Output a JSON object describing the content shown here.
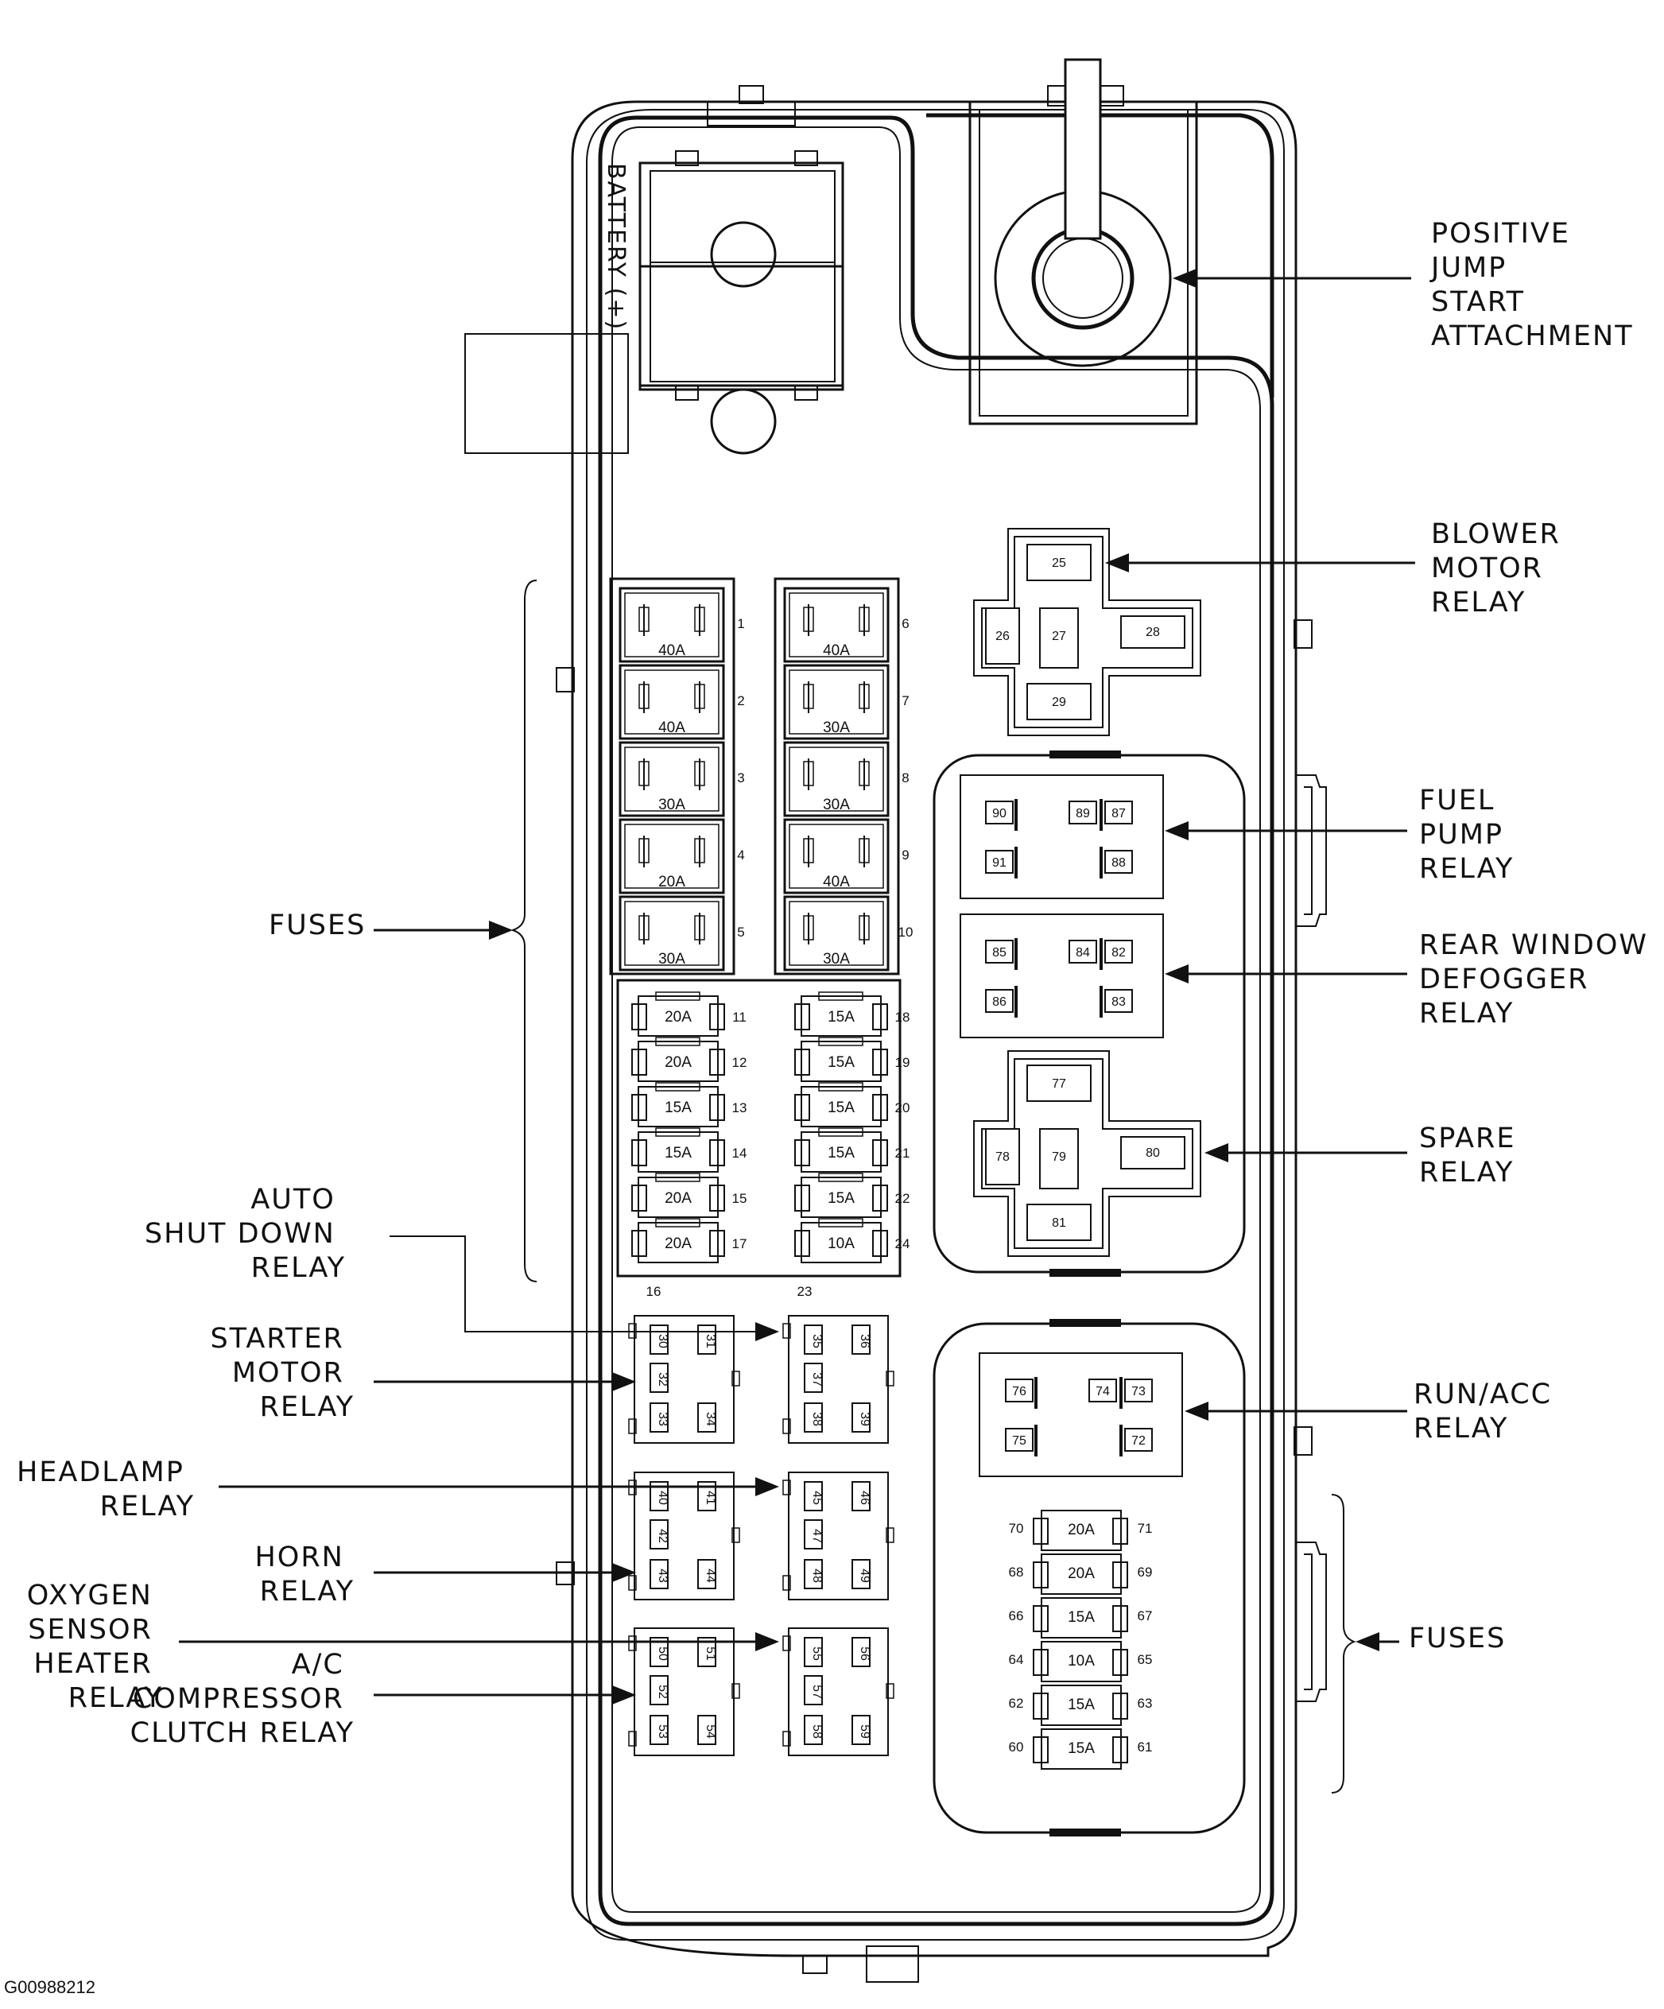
{
  "figure_id": "G00988212",
  "battery_label": "BATTERY (+)",
  "callouts": {
    "positive_jump": [
      "POSITIVE",
      "JUMP",
      "START",
      "ATTACHMENT"
    ],
    "blower": [
      "BLOWER",
      "MOTOR",
      "RELAY"
    ],
    "fuel_pump": [
      "FUEL",
      "PUMP",
      "RELAY"
    ],
    "rear_window": [
      "REAR WINDOW",
      "DEFOGGER",
      "RELAY"
    ],
    "spare": [
      "SPARE",
      "RELAY"
    ],
    "run_acc": [
      "RUN/ACC",
      "RELAY"
    ],
    "fuses_left": "FUSES",
    "fuses_right": "FUSES",
    "auto_shut_down": [
      "AUTO",
      "SHUT DOWN",
      "RELAY"
    ],
    "starter": [
      "STARTER",
      "MOTOR",
      "RELAY"
    ],
    "headlamp": [
      "HEADLAMP",
      "RELAY"
    ],
    "horn": [
      "HORN",
      "RELAY"
    ],
    "oxygen": [
      "OXYGEN",
      "SENSOR",
      "HEATER",
      "RELAY"
    ],
    "ac_compressor": [
      "A/C",
      "COMPRESSOR",
      "CLUTCH RELAY"
    ]
  },
  "maxi_fuses_left": [
    {
      "num": "1",
      "amp": "40A"
    },
    {
      "num": "2",
      "amp": "40A"
    },
    {
      "num": "3",
      "amp": "30A"
    },
    {
      "num": "4",
      "amp": "20A"
    },
    {
      "num": "5",
      "amp": "30A"
    }
  ],
  "maxi_fuses_right": [
    {
      "num": "6",
      "amp": "40A"
    },
    {
      "num": "7",
      "amp": "30A"
    },
    {
      "num": "8",
      "amp": "30A"
    },
    {
      "num": "9",
      "amp": "40A"
    },
    {
      "num": "10",
      "amp": "30A"
    }
  ],
  "mini_fuses_left": [
    {
      "num": "11",
      "amp": "20A"
    },
    {
      "num": "12",
      "amp": "20A"
    },
    {
      "num": "13",
      "amp": "15A"
    },
    {
      "num": "14",
      "amp": "15A"
    },
    {
      "num": "15",
      "amp": "20A"
    },
    {
      "num": "17",
      "amp": "20A"
    }
  ],
  "mini_fuses_right": [
    {
      "num": "18",
      "amp": "15A"
    },
    {
      "num": "19",
      "amp": "15A"
    },
    {
      "num": "20",
      "amp": "15A"
    },
    {
      "num": "21",
      "amp": "15A"
    },
    {
      "num": "22",
      "amp": "15A"
    },
    {
      "num": "24",
      "amp": "10A"
    }
  ],
  "mini_bottom_labels": [
    "16",
    "23"
  ],
  "lower_fuses": [
    {
      "left": "70",
      "amp": "20A",
      "right": "71"
    },
    {
      "left": "68",
      "amp": "20A",
      "right": "69"
    },
    {
      "left": "66",
      "amp": "15A",
      "right": "67"
    },
    {
      "left": "64",
      "amp": "10A",
      "right": "65"
    },
    {
      "left": "62",
      "amp": "15A",
      "right": "63"
    },
    {
      "left": "60",
      "amp": "15A",
      "right": "61"
    }
  ],
  "blower_relay": [
    "25",
    "26",
    "27",
    "28",
    "29"
  ],
  "spare_relay": [
    "77",
    "78",
    "79",
    "80",
    "81"
  ],
  "fuel_pump_relay": [
    "90",
    "89",
    "87",
    "91",
    "88"
  ],
  "rear_window_relay": [
    "85",
    "84",
    "82",
    "86",
    "83"
  ],
  "run_acc_relay": [
    "76",
    "74",
    "73",
    "75",
    "72"
  ],
  "micro_relays": [
    [
      "30",
      "31",
      "32",
      "33",
      "34"
    ],
    [
      "35",
      "36",
      "37",
      "38",
      "39"
    ],
    [
      "40",
      "41",
      "42",
      "43",
      "44"
    ],
    [
      "45",
      "46",
      "47",
      "48",
      "49"
    ],
    [
      "50",
      "51",
      "52",
      "53",
      "54"
    ],
    [
      "55",
      "56",
      "57",
      "58",
      "59"
    ]
  ]
}
